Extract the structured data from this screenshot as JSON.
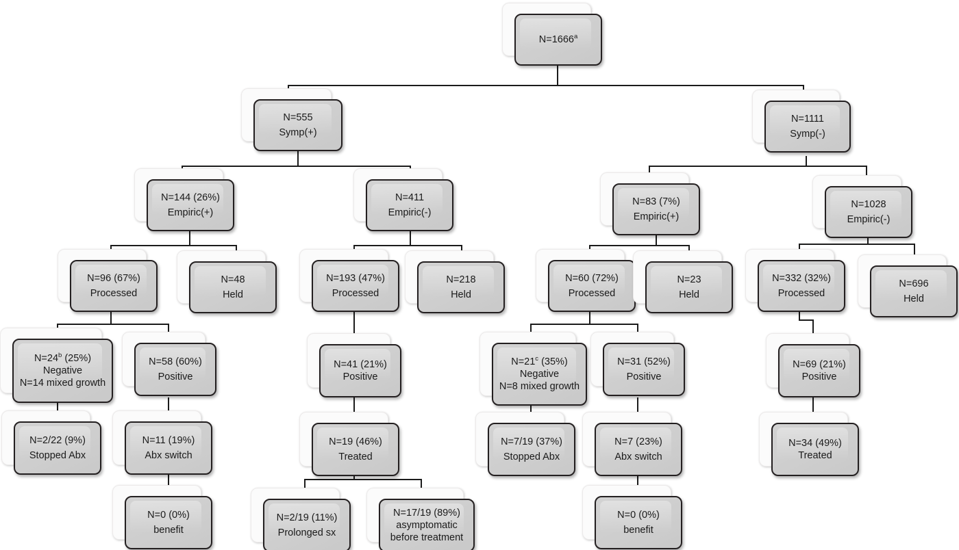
{
  "diagram": {
    "title": "Urine culture stewardship patient flow diagram",
    "type": "flowchart",
    "box_fill": "#cfcfcf",
    "box_border": "#231f20",
    "connector_color": "#1b1b1b",
    "background": "#ffffff"
  },
  "nodes": [
    {
      "id": "root",
      "lines": [
        "N=1666"
      ],
      "superscript": "a",
      "sup_line": 0
    },
    {
      "id": "symp_pos",
      "lines": [
        "N=555",
        "Symp(+)"
      ]
    },
    {
      "id": "symp_neg",
      "lines": [
        "N=1111",
        "Symp(-)"
      ]
    },
    {
      "id": "sp_emp_pos",
      "lines": [
        "N=144 (26%)",
        "Empiric(+)"
      ]
    },
    {
      "id": "sp_emp_neg",
      "lines": [
        "N=411",
        "Empiric(-)"
      ]
    },
    {
      "id": "sn_emp_pos",
      "lines": [
        "N=83 (7%)",
        "Empiric(+)"
      ]
    },
    {
      "id": "sn_emp_neg",
      "lines": [
        "N=1028",
        "Empiric(-)"
      ]
    },
    {
      "id": "sp_ep_processed",
      "lines": [
        "N=96 (67%)",
        "Processed"
      ]
    },
    {
      "id": "sp_ep_held",
      "lines": [
        "N=48",
        "Held"
      ]
    },
    {
      "id": "sp_en_processed",
      "lines": [
        "N=193 (47%)",
        "Processed"
      ]
    },
    {
      "id": "sp_en_held",
      "lines": [
        "N=218",
        "Held"
      ]
    },
    {
      "id": "sn_ep_processed",
      "lines": [
        "N=60 (72%)",
        "Processed"
      ]
    },
    {
      "id": "sn_ep_held",
      "lines": [
        "N=23",
        "Held"
      ]
    },
    {
      "id": "sn_en_processed",
      "lines": [
        "N=332 (32%)",
        "Processed"
      ]
    },
    {
      "id": "sn_en_held",
      "lines": [
        "N=696",
        "Held"
      ]
    },
    {
      "id": "sp_negative",
      "lines": [
        "N=24 (25%)",
        "Negative",
        "N=14 mixed growth"
      ],
      "superscript": "b",
      "sup_line": 0,
      "sup_after": "N=24"
    },
    {
      "id": "sp_positive",
      "lines": [
        "N=58 (60%)",
        "Positive"
      ]
    },
    {
      "id": "sp_en_positive",
      "lines": [
        "N=41 (21%)",
        "Positive"
      ]
    },
    {
      "id": "sn_negative",
      "lines": [
        "N=21 (35%)",
        "Negative",
        "N=8 mixed growth"
      ],
      "superscript": "c",
      "sup_line": 0,
      "sup_after": "N=21"
    },
    {
      "id": "sn_positive",
      "lines": [
        "N=31 (52%)",
        "Positive"
      ]
    },
    {
      "id": "sn_en_positive",
      "lines": [
        "N=69 (21%)",
        "Positive"
      ]
    },
    {
      "id": "sp_stopped",
      "lines": [
        "N=2/22 (9%)",
        "Stopped Abx"
      ]
    },
    {
      "id": "sp_switch",
      "lines": [
        "N=11 (19%)",
        "Abx switch"
      ]
    },
    {
      "id": "sp_en_treated",
      "lines": [
        "N=19 (46%)",
        "Treated"
      ]
    },
    {
      "id": "sn_stopped",
      "lines": [
        "N=7/19 (37%)",
        "Stopped Abx"
      ]
    },
    {
      "id": "sn_switch",
      "lines": [
        "N=7 (23%)",
        "Abx switch"
      ]
    },
    {
      "id": "sn_en_treated",
      "lines": [
        "N=34 (49%)",
        "Treated"
      ]
    },
    {
      "id": "sp_benefit",
      "lines": [
        "N=0 (0%)",
        "benefit"
      ]
    },
    {
      "id": "sp_prolonged",
      "lines": [
        "N=2/19 (11%)",
        "Prolonged sx"
      ]
    },
    {
      "id": "sp_asymptomatic",
      "lines": [
        "N=17/19 (89%)",
        "asymptomatic",
        "before treatment"
      ]
    },
    {
      "id": "sn_benefit",
      "lines": [
        "N=0 (0%)",
        "benefit"
      ]
    }
  ]
}
